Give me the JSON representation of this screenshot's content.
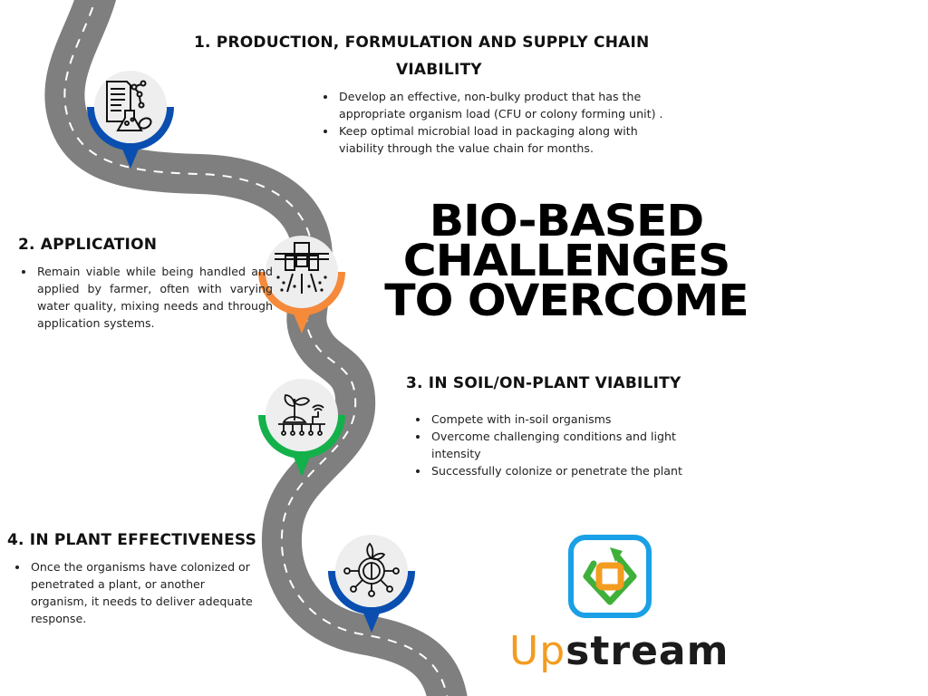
{
  "title": {
    "lines": [
      "BIO-BASED",
      "CHALLENGES",
      "TO OVERCOME"
    ]
  },
  "colors": {
    "road": "#7f7f7f",
    "road_marking": "#ffffff",
    "marker_circle": "#eeeeee",
    "accent_blue": "#0a4fb0",
    "accent_orange": "#f58a3a",
    "accent_green": "#14b14b",
    "logo_blue": "#1aa0e6",
    "logo_green": "#3fb03a",
    "logo_orange": "#f39c1f"
  },
  "sections": [
    {
      "number": "1.",
      "heading_line1": "1.  PRODUCTION, FORMULATION AND SUPPLY CHAIN",
      "heading_line2": "VIABILITY",
      "icon": "lab-document-flask-molecule-icon",
      "accent": "blue",
      "bullets": [
        "Develop an effective, non-bulky product that has the appropriate organism load (CFU or colony forming unit) .",
        "Keep optimal microbial load in packaging along with viability through the value chain for months."
      ]
    },
    {
      "number": "2.",
      "heading": "2. APPLICATION",
      "icon": "tractor-sprayer-icon",
      "accent": "orange",
      "bullets": [
        "Remain viable while being handled and applied by farmer, often with varying water quality, mixing needs and through application systems."
      ]
    },
    {
      "number": "3.",
      "heading": "3. IN SOIL/ON-PLANT VIABILITY",
      "icon": "smart-plant-soil-sensor-icon",
      "accent": "green",
      "bullets": [
        "Compete with in-soil organisms",
        "Overcome challenging conditions and light intensity",
        "Successfully colonize or penetrate the plant"
      ]
    },
    {
      "number": "4.",
      "heading": "4. IN PLANT EFFECTIVENESS",
      "icon": "plant-gear-network-icon",
      "accent": "blue",
      "bullets": [
        "Once the organisms have colonized or penetrated a plant, or another organism, it needs to deliver adequate response."
      ]
    }
  ],
  "logo": {
    "icon": "upstream-cycle-logo-icon",
    "word_part1": "Up",
    "word_part2": "stream"
  }
}
